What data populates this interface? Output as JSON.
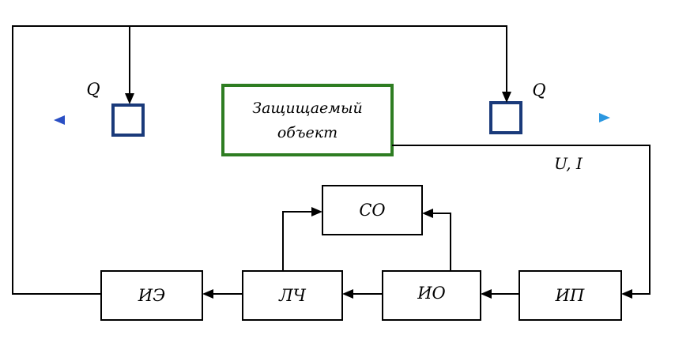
{
  "diagram": {
    "protected_object": {
      "line1": "Защищаемый",
      "line2": "объект"
    },
    "flow_label_left": "Q",
    "flow_label_right": "Q",
    "measurement_label": "U, I",
    "blocks": {
      "so": "СО",
      "ie": "ИЭ",
      "lch": "ЛЧ",
      "io": "ИО",
      "ip": "ИП"
    },
    "colors": {
      "object_border": "#2e7d22",
      "valve_border": "#1a3a7a",
      "flow_line": "#2b6fd1",
      "flow_arrow": "#2b90e0",
      "line": "#000000"
    }
  }
}
